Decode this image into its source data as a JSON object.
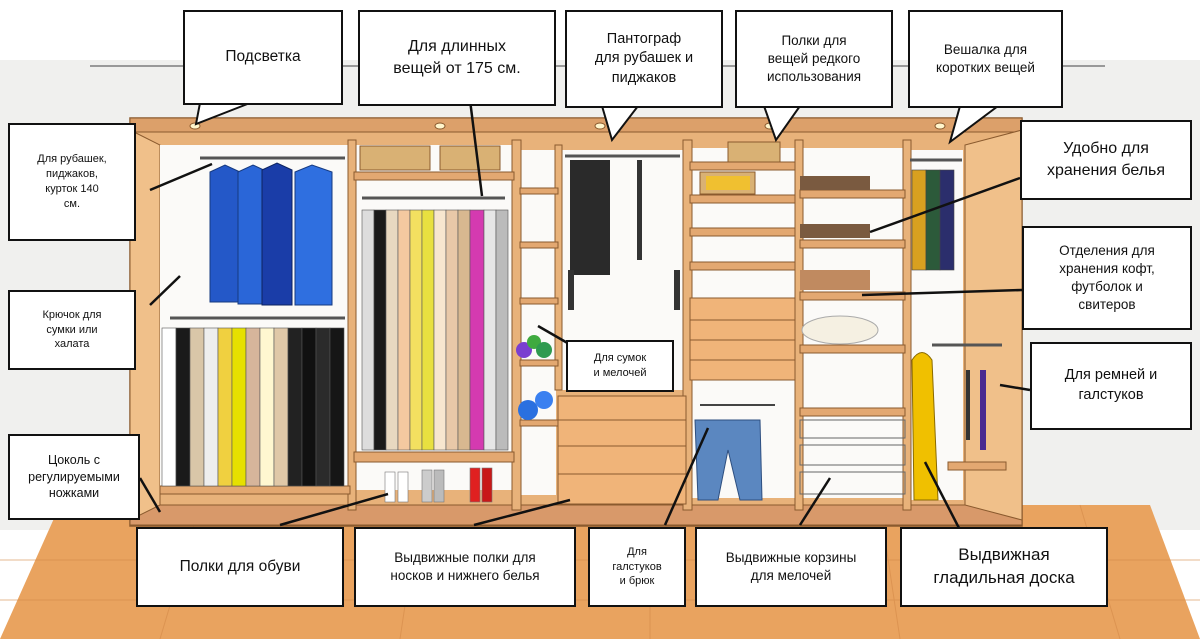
{
  "callouts": {
    "podsvetka": "Подсветка",
    "dlinnye": "Для длинных\nвещей от  175 см.",
    "pantograf": "Пантограф\nдля рубашек и\nпиджаков",
    "polki_redkie": "Полки для\nвещей редкого\nиспользования",
    "veshalka": "Вешалка для\nкоротких вещей",
    "rubashki": "Для рубашек,\nпиджаков,\nкурток 140\nсм.",
    "udobno": "Удобно для\nхранения белья",
    "otdeleniya": "Отделения для\nхранения кофт,\nфутболок  и\nсвитеров",
    "kryuchok": "Крючок для\nсумки или\nхалата",
    "sumki": "Для сумок\nи мелочей",
    "remni": "Для  ремней и\nгалстуков",
    "cokol": "Цоколь с\nрегулируемыми\nножками",
    "obuv": "Полки для обуви",
    "noski": "Выдвижные полки для\nносков и нижнего  белья",
    "galstuki": "Для\nгалстуков\nи брюк",
    "korziny": "Выдвижные корзины\nдля мелочей",
    "doska": "Выдвижная\nгладильная  доска"
  },
  "colors": {
    "wood": "#e8b27a",
    "wood_dark": "#c98a4e",
    "floor": "#e9a461",
    "wall": "#f1f1ef",
    "inner": "#fbfbfa"
  }
}
